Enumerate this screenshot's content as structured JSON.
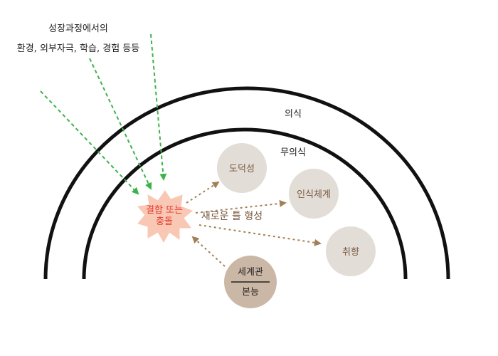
{
  "top_note": {
    "line1": "성장과정에서의",
    "line2": "환경, 외부자극, 학습, 경험 등등"
  },
  "arcs": {
    "outer_label": "의식",
    "inner_label": "무의식"
  },
  "collision": {
    "line1": "결합 또는",
    "line2": "충돌",
    "color": "#e8352b",
    "fill": "#f9c8b4"
  },
  "branch_label": "새로운 틀 형성",
  "nodes": {
    "morality": "도덕성",
    "cognition": "인식체계",
    "taste": "취향"
  },
  "base_node": {
    "top": "세계관",
    "bottom": "본능"
  },
  "colors": {
    "arrow_green": "#3cb34a",
    "arrow_brown": "#a37f57",
    "node_fill": "#e3ddd8",
    "node_text": "#7a5a3f",
    "base_fill": "#cbb7a5"
  }
}
